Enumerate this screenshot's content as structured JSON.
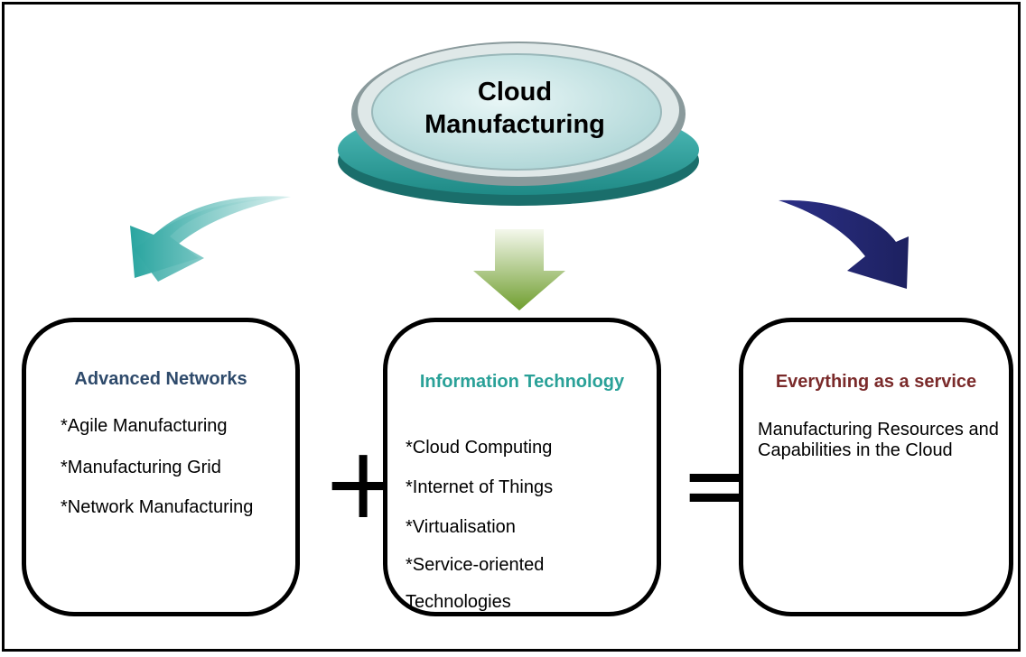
{
  "hub": {
    "line1": "Cloud",
    "line2": "Manufacturing"
  },
  "columns": [
    {
      "title": "Advanced Networks",
      "title_color": "#2e4a6b",
      "items": [
        "*Agile Manufacturing",
        "*Manufacturing Grid",
        "*Network Manufacturing"
      ]
    },
    {
      "title": "Information Technology",
      "title_color": "#2aa198",
      "items": [
        "*Cloud Computing",
        "*Internet of Things",
        "*Virtualisation",
        "*Service-oriented",
        "Technologies"
      ]
    },
    {
      "title": "Everything as a service",
      "title_color": "#7a2a2a",
      "text": "Manufacturing Resources and Capabilities in the Cloud"
    }
  ],
  "operators": {
    "plus": "+",
    "equals": "="
  },
  "colors": {
    "teal": "#3aa8a4",
    "green": "#7ea83a",
    "navy": "#262a78"
  }
}
